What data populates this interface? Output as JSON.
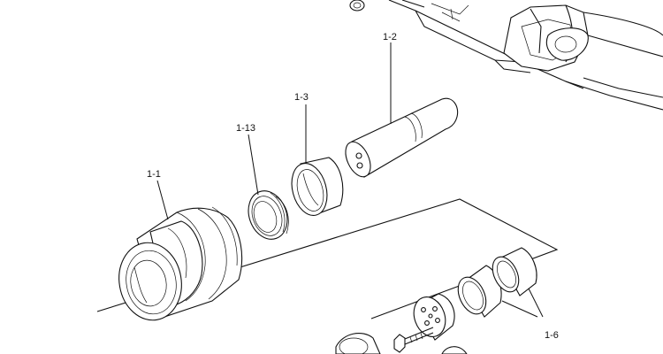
{
  "diagram": {
    "callouts": [
      {
        "id": "1-1",
        "label": "1-1"
      },
      {
        "id": "1-2",
        "label": "1-2"
      },
      {
        "id": "1-3",
        "label": "1-3"
      },
      {
        "id": "1-13",
        "label": "1-13"
      },
      {
        "id": "1-6",
        "label": "1-6"
      }
    ]
  }
}
